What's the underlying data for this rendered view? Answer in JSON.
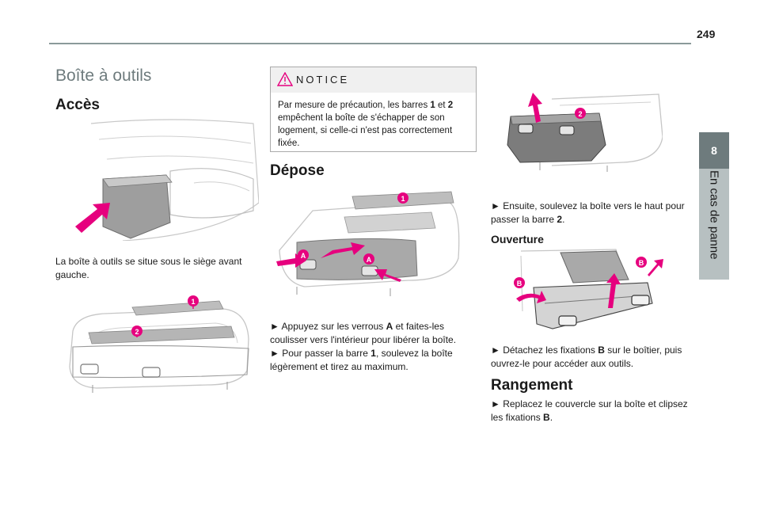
{
  "page": {
    "number": "249"
  },
  "side_tab": {
    "chapter_number": "8",
    "chapter_title": "En cas de panne"
  },
  "section": {
    "title": "Boîte à outils"
  },
  "acces": {
    "heading": "Accès",
    "text": "La boîte à outils se situe sous le siège avant gauche."
  },
  "notice": {
    "title": "NOTICE",
    "text_parts": [
      "Par mesure de précaution, les barres ",
      "1",
      " et ",
      "2",
      " empêchent la boîte de s'échapper de son logement, si celle-ci n'est pas correctement fixée."
    ]
  },
  "depose": {
    "heading": "Dépose",
    "step1_parts": [
      "► Appuyez sur les verrous ",
      "A",
      " et faites-les coulisser vers l'intérieur pour libérer la boîte."
    ],
    "step2_parts": [
      "► Pour passer la barre ",
      "1",
      ", soulevez la boîte légèrement et tirez au maximum."
    ]
  },
  "step3_parts": [
    "► Ensuite, soulevez la boîte vers le haut pour passer la barre ",
    "2",
    "."
  ],
  "ouverture": {
    "heading": "Ouverture",
    "step_parts": [
      "► Détachez les fixations ",
      "B",
      " sur le boîtier, puis ouvrez-le pour accéder aux outils."
    ]
  },
  "rangement": {
    "heading": "Rangement",
    "step_parts": [
      "► Replacez le couvercle sur la boîte et clipsez les fixations ",
      "B",
      "."
    ]
  },
  "callouts": {
    "one": "1",
    "two": "2",
    "a": "A",
    "b": "B"
  },
  "colors": {
    "accent": "#e6007e",
    "heading_grey": "#6e7b7d",
    "tab_dark": "#6e7b7d",
    "tab_light": "#b7c0c1"
  },
  "icons": {
    "notice": "warning-triangle-icon",
    "arrow": "pink-arrow-icon"
  }
}
